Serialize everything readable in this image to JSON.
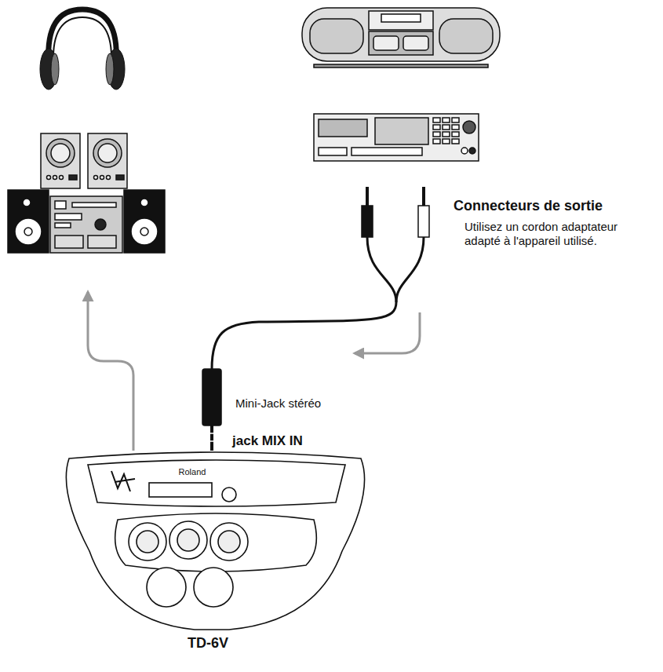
{
  "diagram": {
    "nodes": [
      {
        "text": [
          "Roland",
          "TD-6V"
        ]
      }
    ],
    "labels": [
      "Connecteurs de sortie",
      "Utilisez un cordon adaptateur adapté à l'appareil utilisé.",
      "Mini-Jack stéréo",
      "jack MIX IN"
    ]
  }
}
